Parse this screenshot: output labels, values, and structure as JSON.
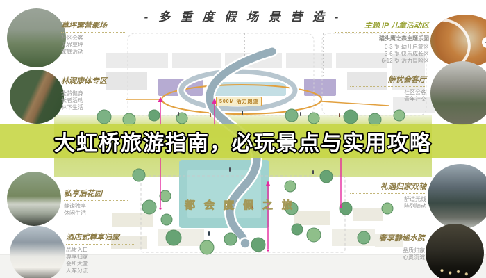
{
  "title": "- 多 重 度 假 场 景 营 造 -",
  "banner": {
    "text": "大虹桥旅游指南，必玩景点与实用攻略"
  },
  "plan": {
    "loop_label": "500M 活力跑道",
    "journey_label": "都会度假之旅",
    "plus_icon": "+"
  },
  "callouts": {
    "left": [
      {
        "title": "草坪露营聚场",
        "lines": [
          "社区会客",
          "无界草坪",
          "家庭活动"
        ]
      },
      {
        "title": "林涧康体专区",
        "lines": [
          "全龄健身",
          "长者活动",
          "林下生活"
        ]
      },
      {
        "title": "私享后花园",
        "lines": [
          "静谧独享",
          "休闲生活"
        ]
      },
      {
        "title": "酒店式尊享归家",
        "lines": [
          "品质入口",
          "尊享归家",
          "会所大堂",
          "人车分流"
        ]
      }
    ],
    "right": [
      {
        "title": "主题 IP 儿童活动区",
        "subtitle": "猫头鹰之森主题乐园",
        "lines": [
          "0-3 岁 幼儿启蒙区",
          "3-6 岁 快乐成长区",
          "6-12 岁 活力冒险区"
        ]
      },
      {
        "title": "解忧会客厅",
        "lines": [
          "社区会客",
          "青年社交"
        ]
      },
      {
        "title": "礼遇归家双轴",
        "lines": [
          "舒适光线",
          "阵列随动"
        ]
      },
      {
        "title": "奢享静谧水院",
        "lines": [
          "品质归家",
          "心灵沉淀"
        ]
      }
    ]
  },
  "colors": {
    "banner_green": "#c6d648",
    "accent_gold": "#8c7b45",
    "accent_olive": "#98a233",
    "magenta": "#e5289e",
    "orange": "#e2a03e",
    "pool_teal": "#9fd2cf",
    "walkway_blue": "#96adb9"
  }
}
